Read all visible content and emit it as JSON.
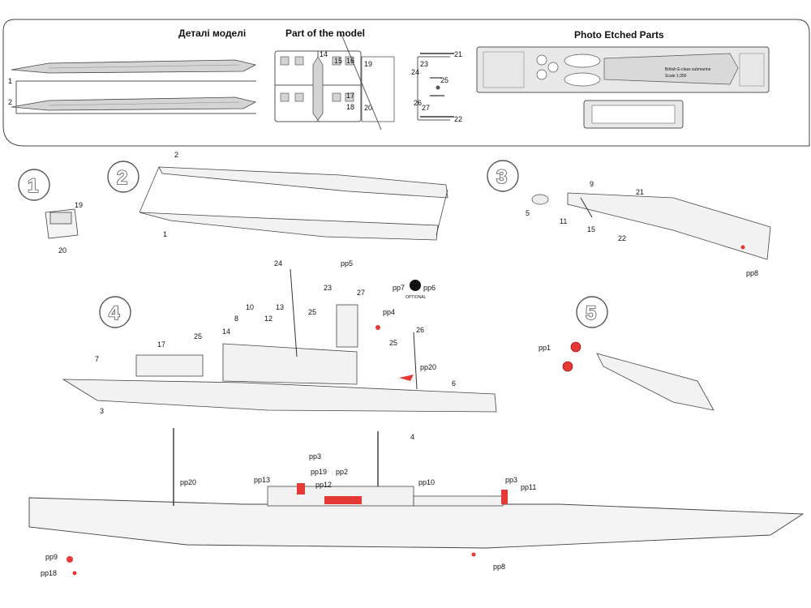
{
  "headers": {
    "model_parts_ua": "Деталі моделі",
    "model_parts_en": "Part of the model",
    "photo_etched": "Photo Etched Parts"
  },
  "sprue1": {
    "labels": [
      "1",
      "2"
    ]
  },
  "sprue2": {
    "labels": [
      "14",
      "15",
      "16",
      "17",
      "18",
      "19",
      "20"
    ]
  },
  "sprue3": {
    "labels": [
      "21",
      "22",
      "23",
      "24",
      "25",
      "26",
      "27"
    ]
  },
  "pe_sheet": {
    "title_lines": [
      "British E-class submarine",
      "Scale 1:350"
    ]
  },
  "steps": [
    {
      "number": "1",
      "parts": [
        "19",
        "20"
      ]
    },
    {
      "number": "2",
      "parts": [
        "2",
        "1"
      ]
    },
    {
      "number": "3",
      "parts": [
        "9",
        "21",
        "5",
        "11",
        "15",
        "22",
        "pp8"
      ]
    },
    {
      "number": "4",
      "parts": [
        "24",
        "pp5",
        "23",
        "27",
        "pp7",
        "pp6",
        "10",
        "13",
        "8",
        "12",
        "25",
        "pp4",
        "17",
        "25",
        "14",
        "25",
        "26",
        "7",
        "pp20",
        "6",
        "3",
        "4"
      ],
      "optional_label": "OPTIONAL"
    },
    {
      "number": "5",
      "parts": [
        "pp1"
      ]
    }
  ],
  "final": {
    "labels": [
      "pp3",
      "pp13",
      "pp19",
      "pp2",
      "pp12",
      "pp10",
      "pp3",
      "pp11",
      "pp20",
      "pp9",
      "pp18",
      "pp8"
    ]
  },
  "colors": {
    "pe_highlight": "#e53935",
    "hull_fill": "#f2f2f2",
    "line": "#333333"
  }
}
